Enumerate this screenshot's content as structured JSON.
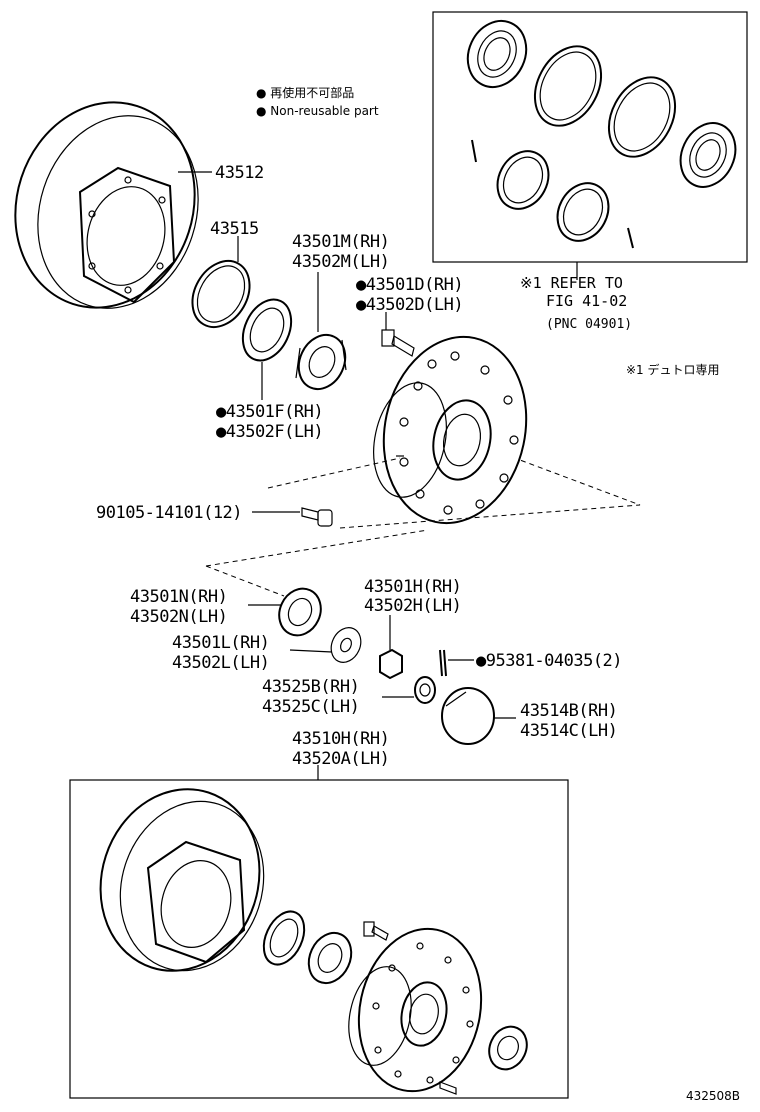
{
  "legend": {
    "line1": "● 再使用不可部品",
    "line2": "● Non-reusable part"
  },
  "labels": {
    "disc": "43512",
    "seal": "43515",
    "bearing_outer_rh": "43501M(RH)",
    "bearing_outer_lh": "43502M(LH)",
    "cup_outer_rh": "●43501D(RH)",
    "cup_outer_lh": "●43502D(LH)",
    "oil_seal_rh": "●43501F(RH)",
    "oil_seal_lh": "●43502F(LH)",
    "bolt": "90105-14101(12)",
    "bearing_inner_rh": "43501N(RH)",
    "bearing_inner_lh": "43502N(LH)",
    "nut_rh": "43501H(RH)",
    "nut_lh": "43502H(LH)",
    "washer_rh": "43501L(RH)",
    "washer_lh": "43502L(LH)",
    "cotter_pin": "●95381-04035(2)",
    "lock_cap_rh": "43525B(RH)",
    "lock_cap_lh": "43525C(LH)",
    "grease_cap_rh": "43514B(RH)",
    "grease_cap_lh": "43514C(LH)",
    "hub_assy_rh": "43510H(RH)",
    "hub_assy_lh": "43520A(LH)"
  },
  "refer": {
    "line1": "※1 REFER TO",
    "line2": "FIG 41-02",
    "line3": "(PNC 04901)",
    "note": "※1 デュトロ専用"
  },
  "figure_id": "432508B"
}
